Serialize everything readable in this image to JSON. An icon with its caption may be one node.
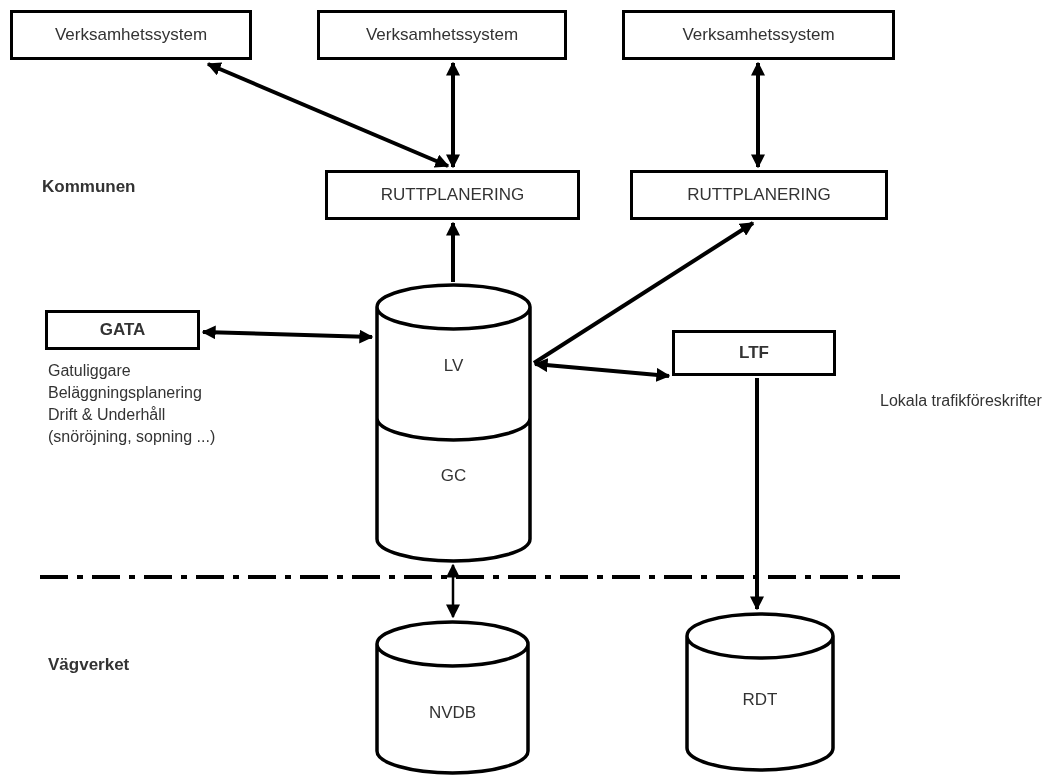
{
  "diagram": {
    "nodes": [
      {
        "text": [
          "Verksamhetssystem"
        ]
      },
      {
        "text": [
          "Verksamhetssystem"
        ]
      },
      {
        "text": [
          "Verksamhetssystem"
        ]
      },
      {
        "text": [
          "RUTTPLANERING"
        ]
      },
      {
        "text": [
          "RUTTPLANERING"
        ]
      },
      {
        "text": [
          "LV",
          "GC"
        ]
      },
      {
        "text": [
          "GATA"
        ],
        "beside": [
          "Gatuliggare",
          "Beläggningsplanering",
          "Drift & Underhåll",
          "(snöröjning, sopning ...)"
        ]
      },
      {
        "text": [
          "LTF"
        ],
        "beside": [
          "Lokala trafikföreskrifter"
        ]
      },
      {
        "text": [
          "NVDB"
        ]
      },
      {
        "text": [
          "RDT"
        ]
      }
    ],
    "edges": [
      {
        "from": 0,
        "to": 3,
        "arrow": "both"
      },
      {
        "from": 1,
        "to": 3,
        "arrow": "both"
      },
      {
        "from": 2,
        "to": 4,
        "arrow": "both"
      },
      {
        "from": 5,
        "to": 3,
        "arrow": "to"
      },
      {
        "from": 5,
        "to": 4,
        "arrow": "to"
      },
      {
        "from": 6,
        "to": 5,
        "arrow": "both"
      },
      {
        "from": 5,
        "to": 7,
        "arrow": "both"
      },
      {
        "from": 5,
        "to": 8,
        "arrow": "both"
      },
      {
        "from": 7,
        "to": 9,
        "arrow": "to"
      }
    ],
    "labels": [
      "Kommunen",
      "Vägverket"
    ]
  }
}
